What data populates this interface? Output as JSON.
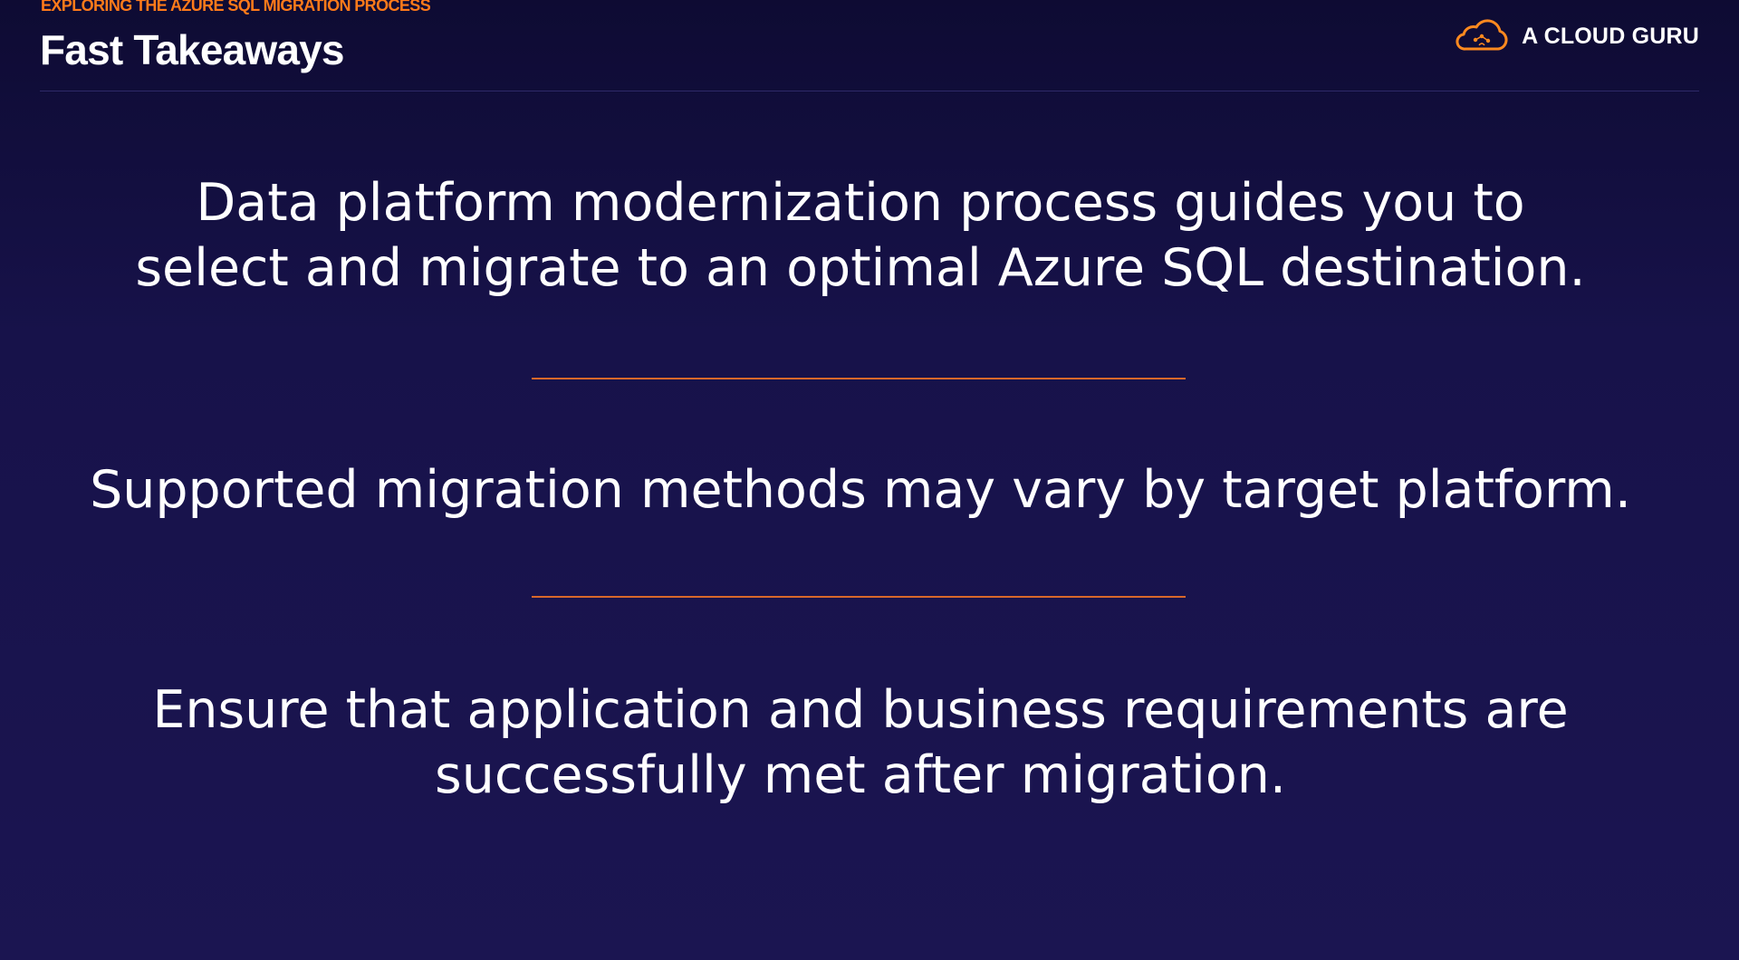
{
  "header": {
    "kicker": "EXPLORING THE AZURE SQL MIGRATION PROCESS",
    "title": "Fast Takeaways",
    "brand": {
      "name": "A CLOUD GURU",
      "icon": "cloud-logo-icon"
    }
  },
  "takeaways": [
    "Data platform modernization process guides you to\nselect and migrate to an optimal Azure SQL destination.",
    "Supported migration methods may vary by target platform.",
    "Ensure that application and business requirements are\nsuccessfully met after migration."
  ],
  "colors": {
    "background": "#17124a",
    "accent": "#ff7a1a",
    "divider": "#d9682a",
    "text": "#ffffff"
  }
}
